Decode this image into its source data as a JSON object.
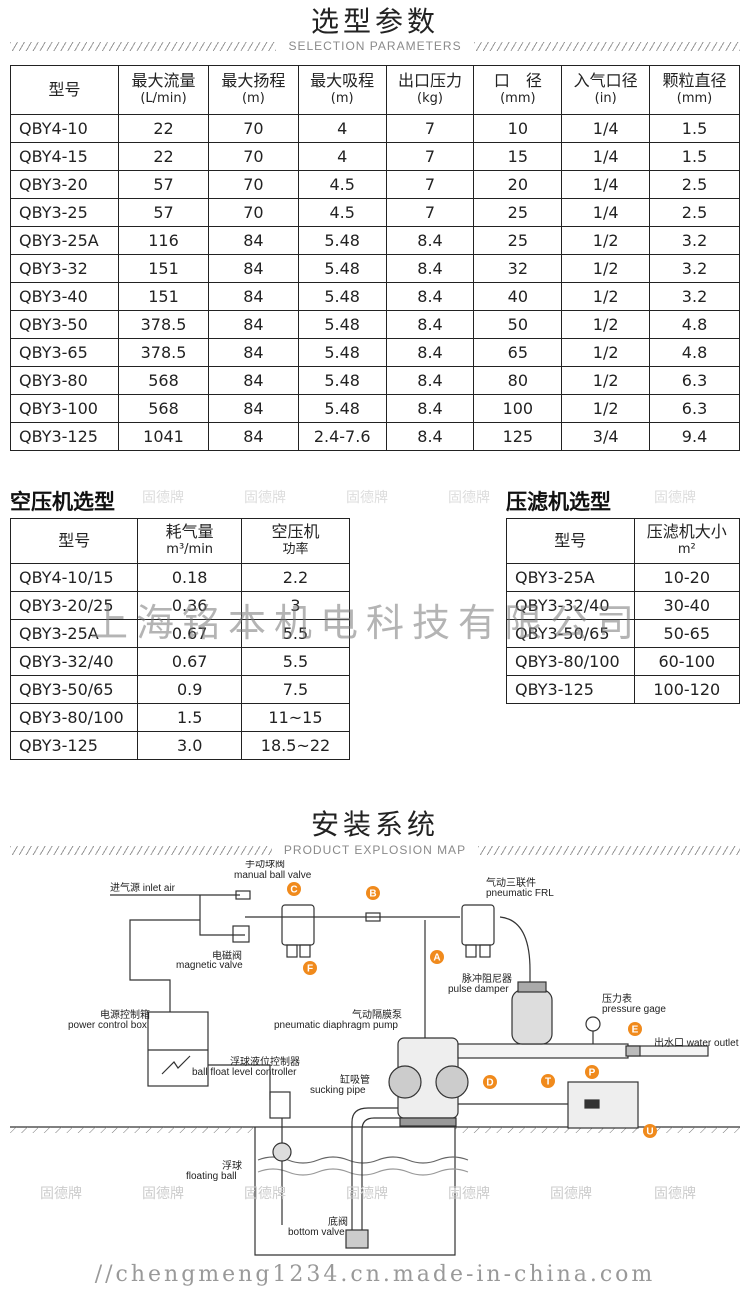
{
  "section1": {
    "title": "选型参数",
    "subtitle": "SELECTION PARAMETERS"
  },
  "params_table": {
    "headers": [
      {
        "main": "型号",
        "unit": ""
      },
      {
        "main": "最大流量",
        "unit": "(L/min)"
      },
      {
        "main": "最大扬程",
        "unit": "(m)"
      },
      {
        "main": "最大吸程",
        "unit": "(m)"
      },
      {
        "main": "出口压力",
        "unit": "(kg)"
      },
      {
        "main": "口　径",
        "unit": "(mm)"
      },
      {
        "main": "入气口径",
        "unit": "(in)"
      },
      {
        "main": "颗粒直径",
        "unit": "(mm)"
      }
    ],
    "rows": [
      [
        "QBY4-10",
        "22",
        "70",
        "4",
        "7",
        "10",
        "1/4",
        "1.5"
      ],
      [
        "QBY4-15",
        "22",
        "70",
        "4",
        "7",
        "15",
        "1/4",
        "1.5"
      ],
      [
        "QBY3-20",
        "57",
        "70",
        "4.5",
        "7",
        "20",
        "1/4",
        "2.5"
      ],
      [
        "QBY3-25",
        "57",
        "70",
        "4.5",
        "7",
        "25",
        "1/4",
        "2.5"
      ],
      [
        "QBY3-25A",
        "116",
        "84",
        "5.48",
        "8.4",
        "25",
        "1/2",
        "3.2"
      ],
      [
        "QBY3-32",
        "151",
        "84",
        "5.48",
        "8.4",
        "32",
        "1/2",
        "3.2"
      ],
      [
        "QBY3-40",
        "151",
        "84",
        "5.48",
        "8.4",
        "40",
        "1/2",
        "3.2"
      ],
      [
        "QBY3-50",
        "378.5",
        "84",
        "5.48",
        "8.4",
        "50",
        "1/2",
        "4.8"
      ],
      [
        "QBY3-65",
        "378.5",
        "84",
        "5.48",
        "8.4",
        "65",
        "1/2",
        "4.8"
      ],
      [
        "QBY3-80",
        "568",
        "84",
        "5.48",
        "8.4",
        "80",
        "1/2",
        "6.3"
      ],
      [
        "QBY3-100",
        "568",
        "84",
        "5.48",
        "8.4",
        "100",
        "1/2",
        "6.3"
      ],
      [
        "QBY3-125",
        "1041",
        "84",
        "2.4-7.6",
        "8.4",
        "125",
        "3/4",
        "9.4"
      ]
    ]
  },
  "compressor": {
    "title": "空压机选型",
    "headers": [
      {
        "main": "型号",
        "unit": ""
      },
      {
        "main": "耗气量",
        "unit": "m³/min"
      },
      {
        "main": "空压机",
        "unit": "功率"
      }
    ],
    "rows": [
      [
        "QBY4-10/15",
        "0.18",
        "2.2"
      ],
      [
        "QBY3-20/25",
        "0.36",
        "3"
      ],
      [
        "QBY3-25A",
        "0.67",
        "5.5"
      ],
      [
        "QBY3-32/40",
        "0.67",
        "5.5"
      ],
      [
        "QBY3-50/65",
        "0.9",
        "7.5"
      ],
      [
        "QBY3-80/100",
        "1.5",
        "11~15"
      ],
      [
        "QBY3-125",
        "3.0",
        "18.5~22"
      ]
    ]
  },
  "filterpress": {
    "title": "压滤机选型",
    "headers": [
      {
        "main": "型号",
        "unit": ""
      },
      {
        "main": "压滤机大小",
        "unit": "m²"
      }
    ],
    "rows": [
      [
        "QBY3-25A",
        "10-20"
      ],
      [
        "QBY3-32/40",
        "30-40"
      ],
      [
        "QBY3-50/65",
        "50-65"
      ],
      [
        "QBY3-80/100",
        "60-100"
      ],
      [
        "QBY3-125",
        "100-120"
      ]
    ]
  },
  "watermark_small": "固德牌",
  "watermark_big": "上海铭本机电科技有限公司",
  "section2": {
    "title": "安装系统",
    "subtitle": "PRODUCT EXPLOSION MAP"
  },
  "diagram": {
    "labels": {
      "manual_ball_valve_cn": "手动球阀",
      "manual_ball_valve_en": "manual ball valve",
      "inlet_air": "进气源 inlet air",
      "magnetic_valve_cn": "电磁阀",
      "magnetic_valve_en": "magnetic valve",
      "power_box_cn": "电源控制箱",
      "power_box_en": "power control box",
      "float_ctrl_cn": "浮球液位控制器",
      "float_ctrl_en": "ball float level controller",
      "frl_cn": "气动三联件",
      "frl_en": "pneumatic FRL",
      "pulse_cn": "脉冲阻尼器",
      "pulse_en": "pulse damper",
      "pump_cn": "气动隔膜泵",
      "pump_en": "pneumatic diaphragm pump",
      "gauge_cn": "压力表",
      "gauge_en": "pressure gage",
      "outlet": "出水口 water outlet",
      "sucking_cn": "缸吸管",
      "sucking_en": "sucking pipe",
      "float_ball_cn": "浮球",
      "float_ball_en": "floating ball",
      "bottom_valve_cn": "底阀",
      "bottom_valve_en": "bottom valve"
    },
    "markers": [
      "A",
      "B",
      "C",
      "D",
      "E",
      "F",
      "P",
      "T",
      "U"
    ],
    "marker_color": "#f08a1c"
  },
  "footer_url": "//chengmeng1234.cn.made-in-china.com"
}
